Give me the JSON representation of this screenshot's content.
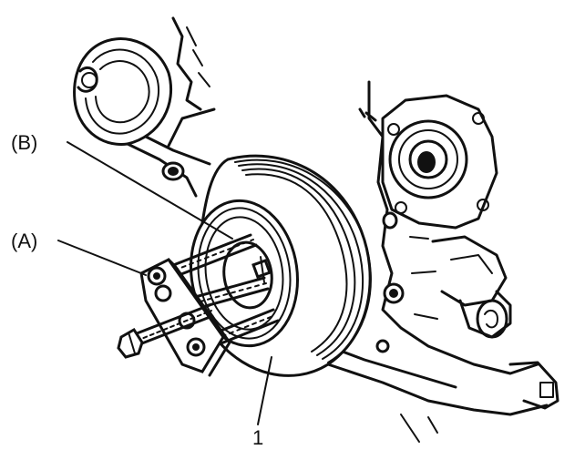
{
  "labels": {
    "b": "(B)",
    "a": "(A)",
    "one": "1"
  }
}
